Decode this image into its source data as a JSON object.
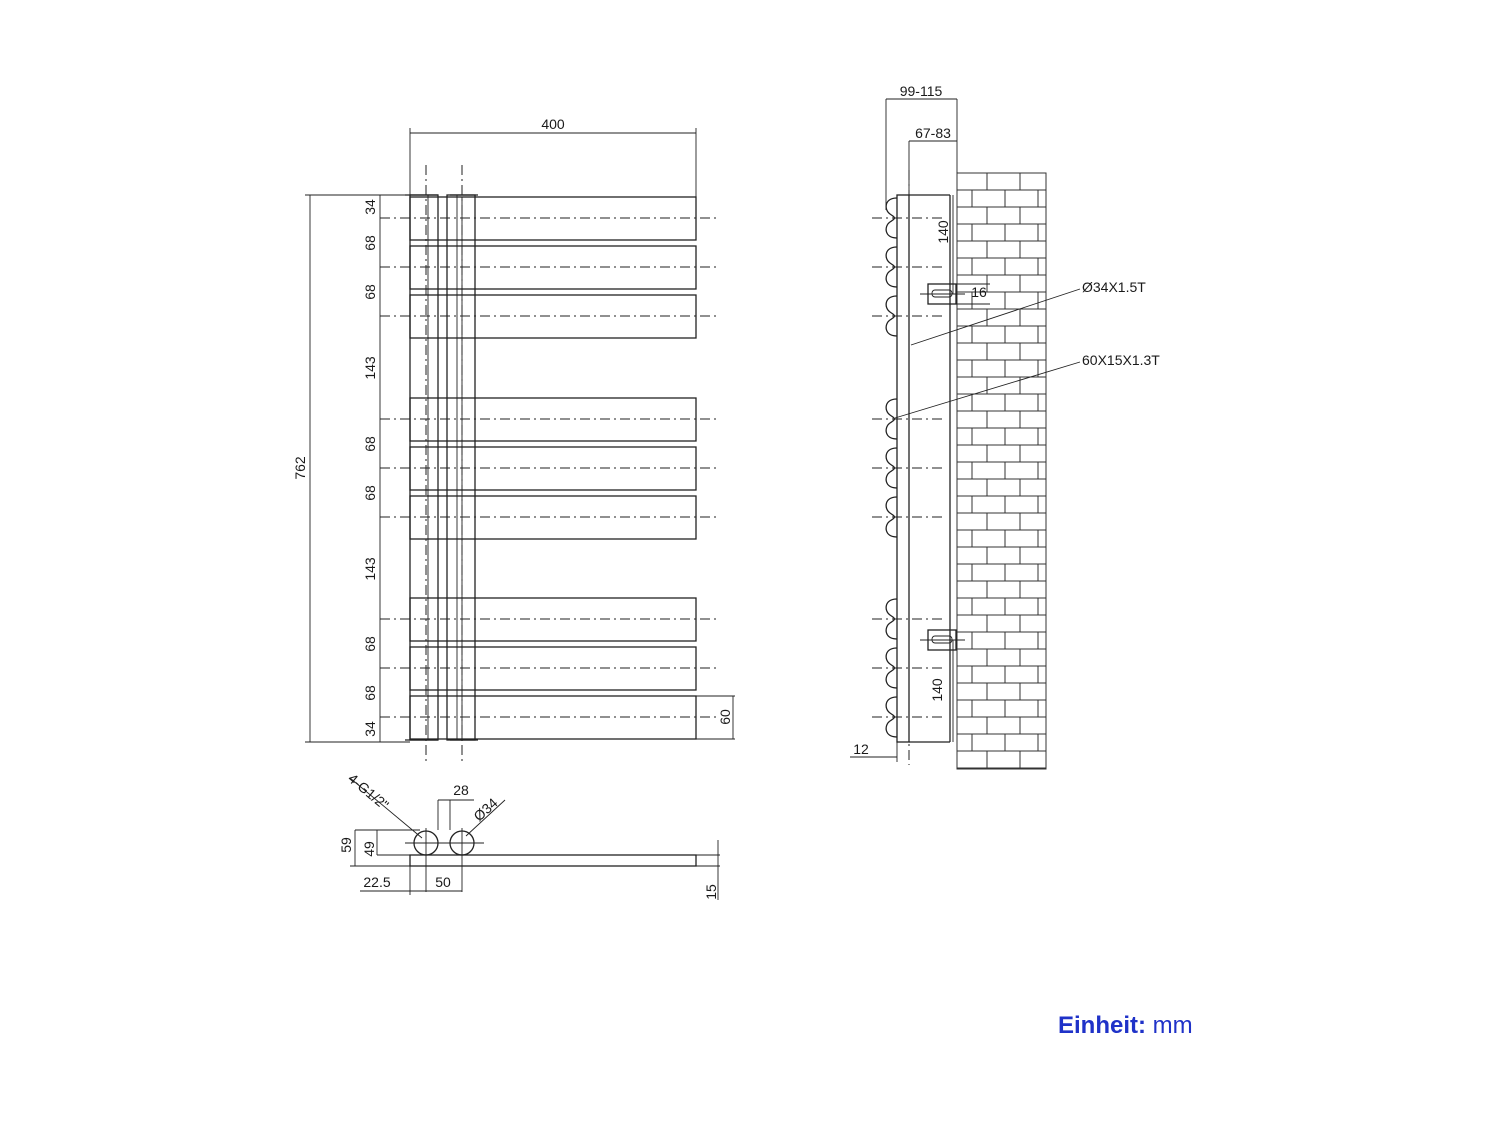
{
  "front_view": {
    "width": "400",
    "height": "762",
    "spacings": [
      "34",
      "68",
      "68",
      "143",
      "68",
      "68",
      "143",
      "68",
      "68",
      "34"
    ],
    "bar_height": "60"
  },
  "side_view": {
    "depth_total": "99-115",
    "depth_wall": "67-83",
    "bracket_upper": "140",
    "bracket_offset": "16",
    "bracket_lower": "140",
    "bottom_offset": "12",
    "pipe_callout": "Ø34X1.5T",
    "bar_callout": "60X15X1.3T"
  },
  "bottom_view": {
    "connection": "4-G1/2\"",
    "gap": "28",
    "pipe_dia": "Ø34",
    "depth_outer": "59",
    "depth_inner": "49",
    "edge_offset": "22.5",
    "pipe_spacing": "50",
    "bar_thickness": "15"
  },
  "unit": {
    "label": "Einheit:",
    "value": "mm",
    "color": "#1f32c8"
  }
}
